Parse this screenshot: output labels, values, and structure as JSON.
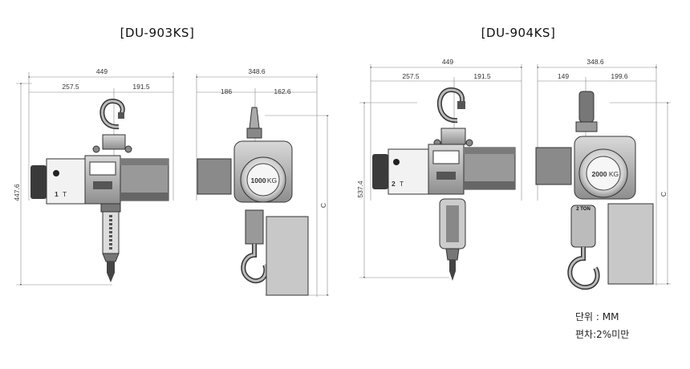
{
  "models": [
    {
      "title": "[DU-903KS]",
      "front": {
        "width_total": "449",
        "width_left": "257.5",
        "width_right": "191.5",
        "height": "447.6"
      },
      "side": {
        "width_total": "348.6",
        "width_left": "186",
        "width_right": "162.6",
        "height_label": "C",
        "capacity_label": "1000",
        "capacity_unit": "KG",
        "body_number": "1",
        "body_number_unit": "T"
      }
    },
    {
      "title": "[DU-904KS]",
      "front": {
        "width_total": "449",
        "width_left": "257.5",
        "width_right": "191.5",
        "height": "537.4"
      },
      "side": {
        "width_total": "348.6",
        "width_left": "149",
        "width_right": "199.6",
        "height_label": "C",
        "capacity_label": "2000",
        "capacity_unit": "KG",
        "body_number": "2",
        "body_number_unit": "T",
        "block_label": "2 TON"
      }
    }
  ],
  "notes": {
    "unit": "단위 : MM",
    "tolerance": "편차:2%미만"
  },
  "colors": {
    "line": "#333333",
    "dim_line": "#888888",
    "body_dark": "#3a3a3a",
    "body_mid": "#8a8a8a",
    "body_light": "#d8d8d8",
    "panel": "#b8b8b8"
  }
}
